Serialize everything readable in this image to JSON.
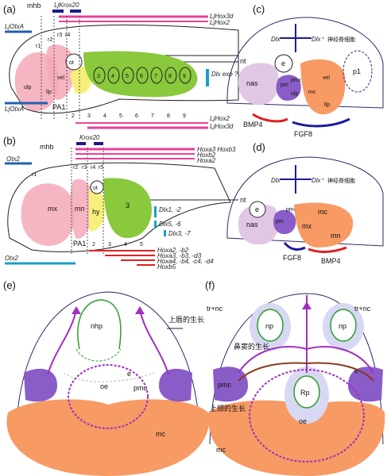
{
  "panels": {
    "a": {
      "label": "(a)",
      "mhb": "mhb",
      "krox": "LjKrox20",
      "hox3d_top": "LjHox3d",
      "hox2_top": "LjHox2",
      "otx_top": "LjOtxA",
      "otx_bottom": "LjOtxA",
      "nt": "nt",
      "ot": "ot",
      "ulp": "ulp",
      "llp": "llp",
      "vel": "vel",
      "r1": "r1",
      "r2": "r2",
      "r3": "r3",
      "r4": "r4",
      "ovals": [
        "3",
        "4",
        "5",
        "6",
        "7",
        "8",
        "9"
      ],
      "dlx_exp": "Dlx exp ?",
      "pa1": "PA1",
      "segs": [
        "2",
        "3",
        "4",
        "5",
        "6",
        "7",
        "8",
        "9"
      ],
      "hox2_bottom": "LjHox2",
      "hox3d_bottom": "LjHox3d"
    },
    "b": {
      "label": "(b)",
      "mhb": "mhb",
      "krox": "Krox20",
      "hoxa3": "Hoxa3 Hoxb3",
      "hoxb2": "Hoxb2",
      "hoxa2": "Hoxa2",
      "otx_top": "Otx2",
      "otx_bottom": "Otx2",
      "nt": "nt",
      "ot": "ot",
      "mx": "mx",
      "mn": "mn",
      "hy": "hy",
      "three": "3",
      "r1": "r1",
      "r2": "r2",
      "r3": "r3",
      "r4": "r4",
      "r5": "r5",
      "dlx1": "Dlx1, -2",
      "dlx5": "Dlx5, -6",
      "dlx3": "Dlx3, -7",
      "pa1": "PA1",
      "segs": [
        "2",
        "3",
        "4",
        "5"
      ],
      "hox_b1": "Hoxa2, -b2",
      "hox_b2": "Hoxa3, -b3, -d3",
      "hox_b3": "Hoxa4, -b4, -c4, -d4",
      "hox_b4": "Hoxb5"
    },
    "c": {
      "label": "(c)",
      "dlx_minus": "Dlx⁻",
      "dlx_plus": "Dlx⁺",
      "ncc": "神经脊细胞",
      "nas": "nas",
      "e": "e",
      "pm": "pm",
      "pmc": "pmc",
      "ulp": "ulp",
      "vel": "vel",
      "mc": "mc",
      "llp": "llp",
      "p1": "p1",
      "bmp4": "BMP4",
      "fgf8": "FGF8"
    },
    "d": {
      "label": "(d)",
      "dlx_minus": "Dlx⁻",
      "dlx_plus": "Dlx⁺",
      "ncc": "神经脊细胞",
      "nas": "nas",
      "e": "e",
      "pm": "pm",
      "pmc": "pmc",
      "mc": "mc",
      "mx": "mx",
      "mn": "mn",
      "fgf8": "FGF8",
      "bmp4": "BMP4"
    },
    "e": {
      "label": "(e)",
      "nhp": "nhp",
      "e": "e",
      "pmc": "pmc",
      "oe": "oe",
      "mc": "mc",
      "upper_growth": "上唇的生长"
    },
    "f": {
      "label": "(f)",
      "trnc": "tr+nc",
      "np": "np",
      "e": "e",
      "pmc": "pmc",
      "rp": "Rp",
      "oe": "oe",
      "mc": "mc",
      "nasal_growth": "鼻窦的生长",
      "upper_growth": "上颌的生长"
    }
  },
  "colors": {
    "pink_arch": "#f4a8b8",
    "yellow_arch": "#f6f07a",
    "green_arch": "#8ac83c",
    "purple_pmc": "#8a5cc8",
    "orange_mc": "#f79a64",
    "hox_magenta": "#e8409a",
    "otx_blue": "#2060b0",
    "dlx_cyan": "#1aa0c8",
    "bmp4_red": "#e02020",
    "fgf8_navy": "#1a1aa0"
  }
}
